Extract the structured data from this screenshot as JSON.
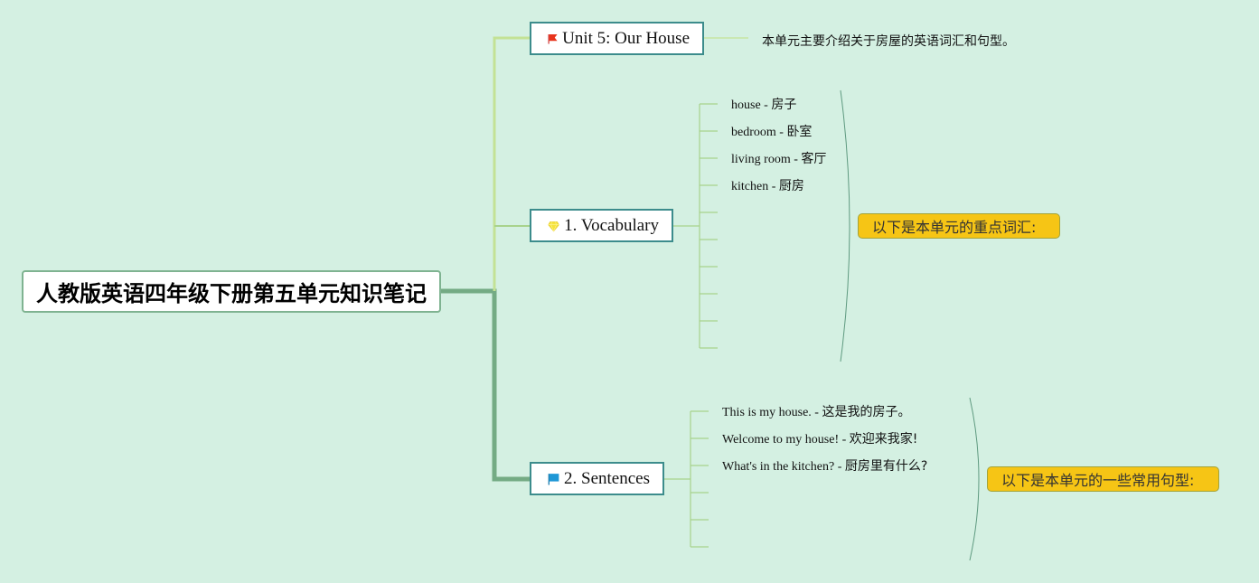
{
  "root": {
    "title": "人教版英语四年级下册第五单元知识笔记"
  },
  "topics": {
    "unit": {
      "label": "Unit 5: Our House",
      "icon": "red-flag",
      "color": "#e8341c",
      "description": "本单元主要介绍关于房屋的英语词汇和句型。"
    },
    "vocabulary": {
      "label": "1. Vocabulary",
      "icon": "diamond",
      "color": "#f5e33c",
      "items": [
        {
          "en": "house - ",
          "zh": "房子"
        },
        {
          "en": "bedroom - ",
          "zh": "卧室"
        },
        {
          "en": "living room - ",
          "zh": "客厅"
        },
        {
          "en": "kitchen - ",
          "zh": "厨房"
        }
      ],
      "summary": "以下是本单元的重点词汇:"
    },
    "sentences": {
      "label": "2. Sentences",
      "icon": "blue-flag",
      "color": "#1e97d6",
      "items": [
        {
          "en": "This is my house. - ",
          "zh": "这是我的房子。"
        },
        {
          "en": "Welcome to my house! - ",
          "zh": "欢迎来我家!"
        },
        {
          "en": "What's in the kitchen? - ",
          "zh": "厨房里有什么?"
        }
      ],
      "summary": "以下是本单元的一些常用句型:"
    }
  },
  "colors": {
    "background": "#d4f0e2",
    "main_branch": "#74ab84",
    "light_branch": "#c3e295",
    "leaf_branch": "#a8d28c",
    "summary_fill": "#f6c515"
  }
}
